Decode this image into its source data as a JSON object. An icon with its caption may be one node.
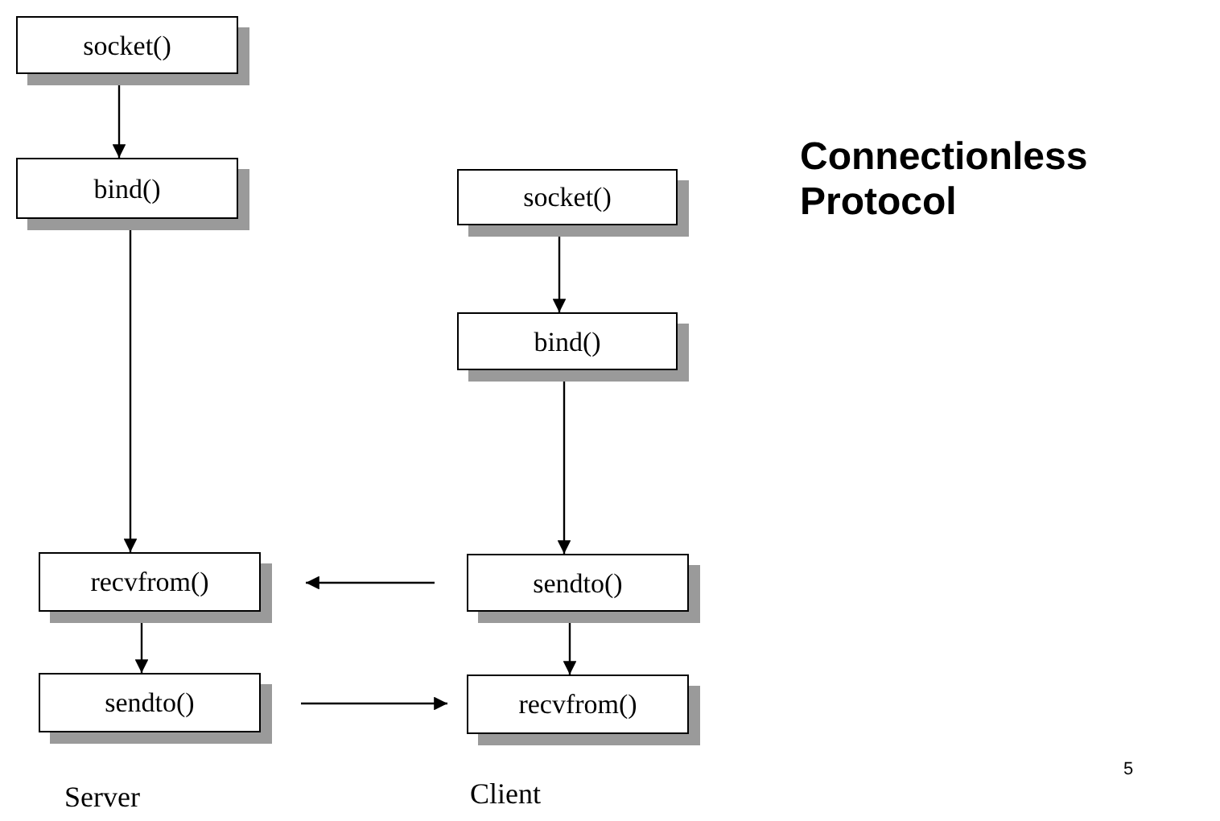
{
  "diagram": {
    "title": "Connectionless Protocol",
    "nodes": [
      {
        "text": [
          "socket()"
        ]
      },
      {
        "text": [
          "bind()"
        ]
      },
      {
        "text": [
          "socket()"
        ]
      },
      {
        "text": [
          "bind()"
        ]
      },
      {
        "text": [
          "recvfrom()"
        ]
      },
      {
        "text": [
          "sendto()"
        ]
      },
      {
        "text": [
          "sendto()"
        ]
      },
      {
        "text": [
          "recvfrom()"
        ]
      }
    ],
    "edges": [
      {
        "from": 0,
        "to": 1,
        "arrow": "to"
      },
      {
        "from": 1,
        "to": 4,
        "arrow": "to"
      },
      {
        "from": 2,
        "to": 3,
        "arrow": "to"
      },
      {
        "from": 3,
        "to": 5,
        "arrow": "to"
      },
      {
        "from": 5,
        "to": 4,
        "arrow": "to"
      },
      {
        "from": 4,
        "to": 6,
        "arrow": "to"
      },
      {
        "from": 5,
        "to": 7,
        "arrow": "to"
      },
      {
        "from": 6,
        "to": 7,
        "arrow": "to"
      }
    ],
    "labels": [
      "Server",
      "Client",
      "5"
    ]
  }
}
